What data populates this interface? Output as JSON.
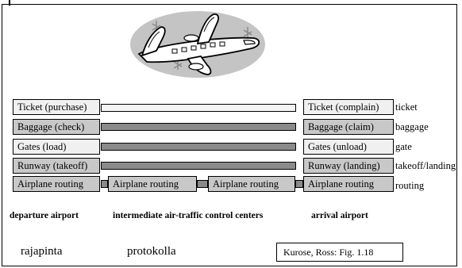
{
  "departure": [
    "Ticket (purchase)",
    "Baggage (check)",
    "Gates (load)",
    "Runway (takeoff)",
    "Airplane routing"
  ],
  "arrival": [
    "Ticket (complain)",
    "Baggage (claim)",
    "Gates (unload)",
    "Runway (landing)",
    "Airplane routing"
  ],
  "intermediate": [
    "Airplane routing",
    "Airplane routing"
  ],
  "layers": [
    "ticket",
    "baggage",
    "gate",
    "takeoff/landing",
    "routing"
  ],
  "captions": {
    "departure": "departure airport",
    "intermediate": "intermediate  air-traffic control centers",
    "arrival": "arrival airport"
  },
  "notes": {
    "left": "rajapinta",
    "middle": "protokolla",
    "reference": "Kurose, Ross: Fig. 1.18"
  },
  "icon": "airplane-clipart-icon"
}
